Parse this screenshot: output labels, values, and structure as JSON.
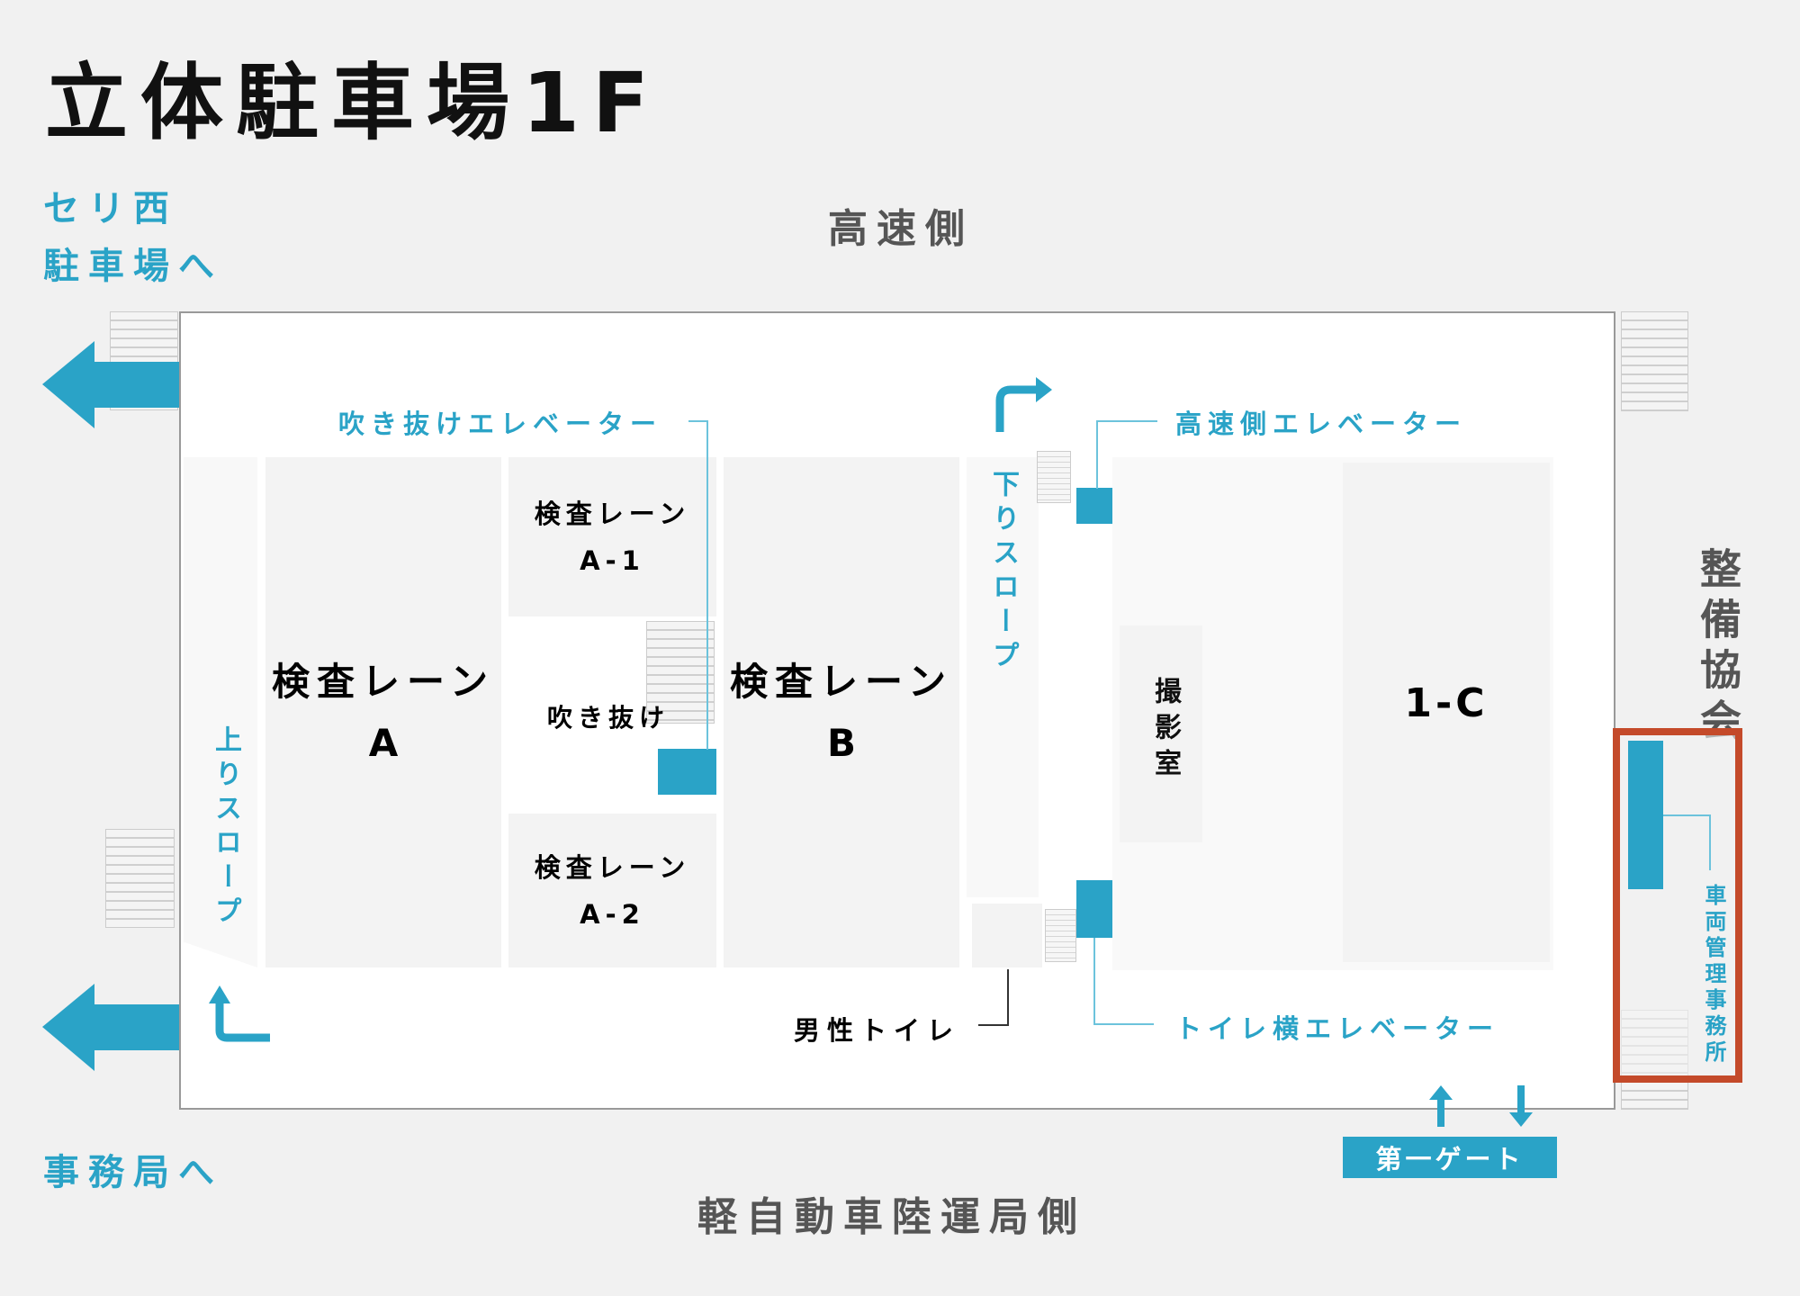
{
  "title": "立体駐車場1F",
  "directions": {
    "west_parking_1": "セリ西",
    "west_parking_2": "駐車場へ",
    "office": "事務局へ",
    "top_side": "高速側",
    "bottom_side": "軽自動車陸運局側",
    "right_side": "整備協会"
  },
  "zones": {
    "lane_a": {
      "line1": "検査レーン",
      "line2": "A"
    },
    "lane_a1": {
      "line1": "検査レーン",
      "line2": "A-1"
    },
    "lane_a2": {
      "line1": "検査レーン",
      "line2": "A-2"
    },
    "lane_b": {
      "line1": "検査レーン",
      "line2": "B"
    },
    "atrium": "吹き抜け",
    "photo_room": "撮影室",
    "area_1c": "1-C",
    "up_slope": "上りスロープ",
    "down_slope": "下りスロープ",
    "mens_toilet": "男性トイレ",
    "vehicle_office": "車両管理事務所"
  },
  "elevators": {
    "atrium": "吹き抜けエレベーター",
    "highway": "高速側エレベーター",
    "toilet": "トイレ横エレベーター"
  },
  "gate": "第一ゲート",
  "colors": {
    "accent": "#2aa3c7",
    "highlight": "#c44a2a",
    "text": "#111111",
    "muted": "#555555"
  }
}
